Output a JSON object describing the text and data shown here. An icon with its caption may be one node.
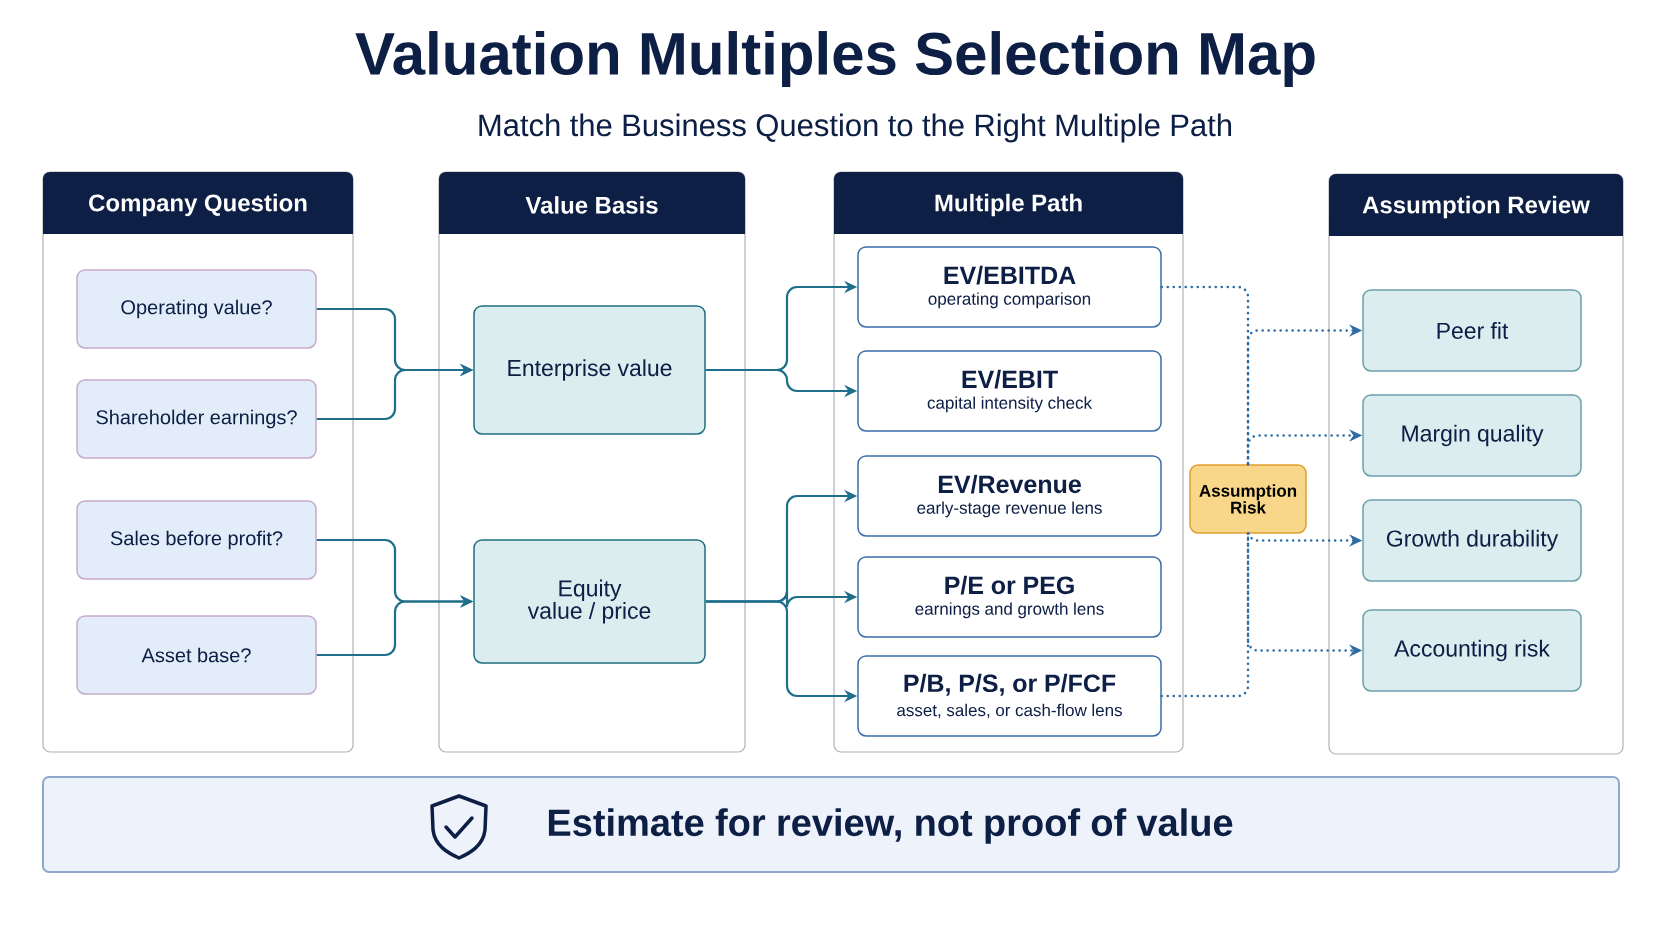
{
  "diagram": {
    "title": "Valuation Multiples Selection Map",
    "caption": "Match the Business Question to the Right Multiple Path",
    "nodes": [
      {
        "text": [
          "Company Question"
        ]
      },
      {
        "text": [
          "Operating value?"
        ],
        "in": 0
      },
      {
        "text": [
          "Shareholder earnings?"
        ],
        "in": 0
      },
      {
        "text": [
          "Sales before profit?"
        ],
        "in": 0
      },
      {
        "text": [
          "Asset base?"
        ],
        "in": 0
      },
      {
        "text": [
          "Value Basis"
        ]
      },
      {
        "text": [
          "Enterprise value"
        ],
        "in": 5
      },
      {
        "text": [
          "Equity value / price"
        ],
        "in": 5
      },
      {
        "text": [
          "Multiple Path"
        ]
      },
      {
        "text": [
          "EV/EBITDA",
          "operating comparison"
        ],
        "in": 8
      },
      {
        "text": [
          "EV/EBIT",
          "capital intensity check"
        ],
        "in": 8
      },
      {
        "text": [
          "EV/Revenue",
          "early-stage revenue lens"
        ],
        "in": 8
      },
      {
        "text": [
          "P/E or PEG",
          "earnings and growth lens"
        ],
        "in": 8
      },
      {
        "text": [
          "P/B, P/S, or P/FCF",
          "asset, sales, or cash-flow lens"
        ],
        "in": 8
      },
      {
        "text": [
          "Assumption Risk"
        ]
      },
      {
        "text": [
          "Assumption Review"
        ]
      },
      {
        "text": [
          "Peer fit"
        ],
        "in": 15
      },
      {
        "text": [
          "Margin quality"
        ],
        "in": 15
      },
      {
        "text": [
          "Growth durability"
        ],
        "in": 15
      },
      {
        "text": [
          "Accounting risk"
        ],
        "in": 15
      },
      {
        "text": [
          "Estimate for review, not proof of value"
        ]
      }
    ],
    "edges": [
      {
        "from": 1,
        "to": 6,
        "arrow": "to"
      },
      {
        "from": 2,
        "to": 6,
        "arrow": "to"
      },
      {
        "from": 3,
        "to": 7,
        "arrow": "to"
      },
      {
        "from": 4,
        "to": 7,
        "arrow": "to"
      },
      {
        "from": 6,
        "to": 9,
        "arrow": "to"
      },
      {
        "from": 6,
        "to": 10,
        "arrow": "to"
      },
      {
        "from": 7,
        "to": 11,
        "arrow": "to"
      },
      {
        "from": 7,
        "to": 12,
        "arrow": "to"
      },
      {
        "from": 7,
        "to": 13,
        "arrow": "to"
      },
      {
        "from": 9,
        "to": 14,
        "arrow": "none",
        "style": "dashed",
        "color": "#2e6da4"
      },
      {
        "from": 13,
        "to": 14,
        "arrow": "none",
        "style": "dashed",
        "color": "#2e6da4"
      },
      {
        "from": 14,
        "to": 16,
        "arrow": "to",
        "style": "dashed",
        "color": "#2e6da4"
      },
      {
        "from": 14,
        "to": 17,
        "arrow": "to",
        "style": "dashed",
        "color": "#2e6da4"
      },
      {
        "from": 14,
        "to": 18,
        "arrow": "to",
        "style": "dashed",
        "color": "#2e6da4"
      },
      {
        "from": 14,
        "to": 19,
        "arrow": "to",
        "style": "dashed",
        "color": "#2e6da4"
      }
    ]
  }
}
